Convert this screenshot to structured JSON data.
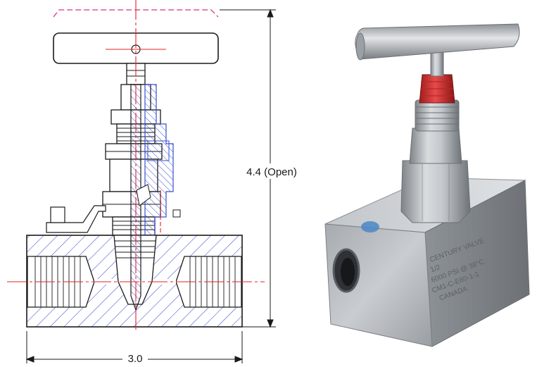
{
  "drawing": {
    "height_label": "4.4 (Open)",
    "width_label": "3.0"
  },
  "photo": {
    "body_text_lines": [
      "CENTURY VALVE",
      "1/2",
      "6000 PSI @ 38°C",
      "CM1-C-E60-1-1",
      "CANADA"
    ]
  },
  "colors": {
    "hatch": "#3a4fd0",
    "centerline": "#e8202a",
    "outline": "#1a1a1a",
    "handle_dash": "#d8338a",
    "steel": "#b8bcc0",
    "red_cap": "#d83030"
  }
}
